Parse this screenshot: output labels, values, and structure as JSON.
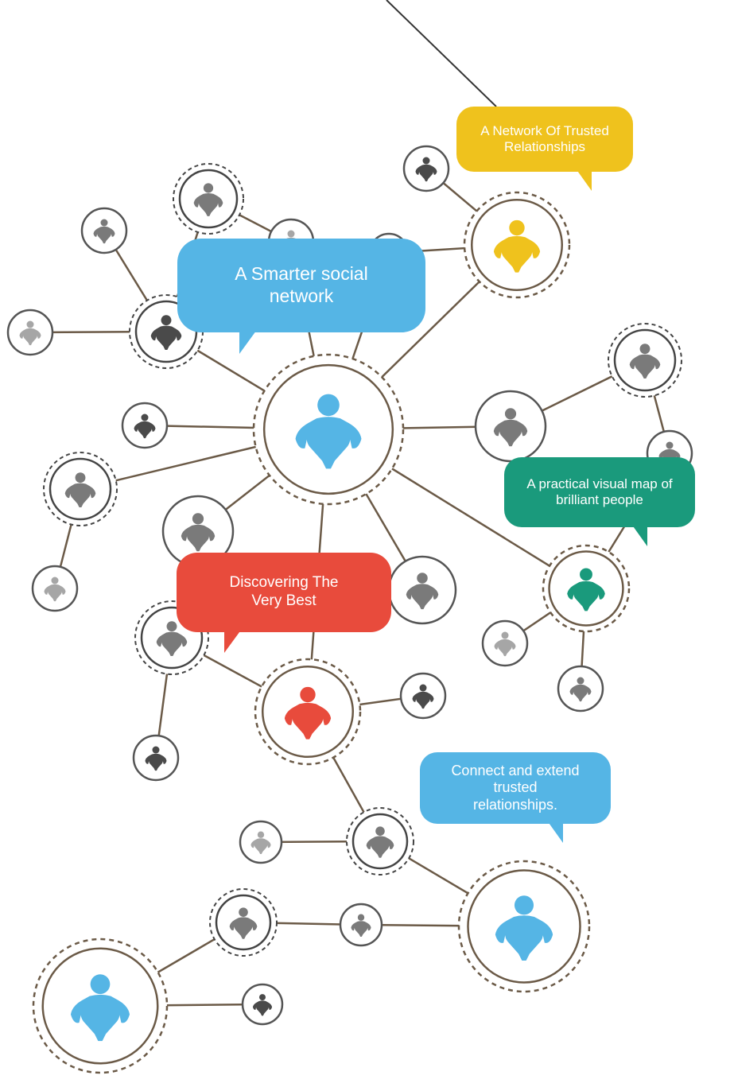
{
  "colors": {
    "line": "#6b5a47",
    "ring": "#6b5a47",
    "blue": "#55b5e5",
    "yellow": "#efc21d",
    "teal": "#1a9a7c",
    "red": "#e84b3c",
    "gray_dark": "#4a4a4a",
    "gray_mid": "#7a7a7a",
    "gray_light": "#a6a6a6",
    "node_border": "#555555"
  },
  "callouts": [
    {
      "id": "smarter",
      "text": "A Smarter social\nnetwork",
      "color": "blue"
    },
    {
      "id": "trusted",
      "text": "A Network Of Trusted\nRelationships",
      "color": "yellow"
    },
    {
      "id": "practical",
      "text": "A practical visual map of\nbrilliant people",
      "color": "teal"
    },
    {
      "id": "discovering",
      "text": "Discovering The\nVery Best",
      "color": "red"
    },
    {
      "id": "connect",
      "text": "Connect and extend\ntrusted\nrelationships.",
      "color": "blue"
    }
  ]
}
